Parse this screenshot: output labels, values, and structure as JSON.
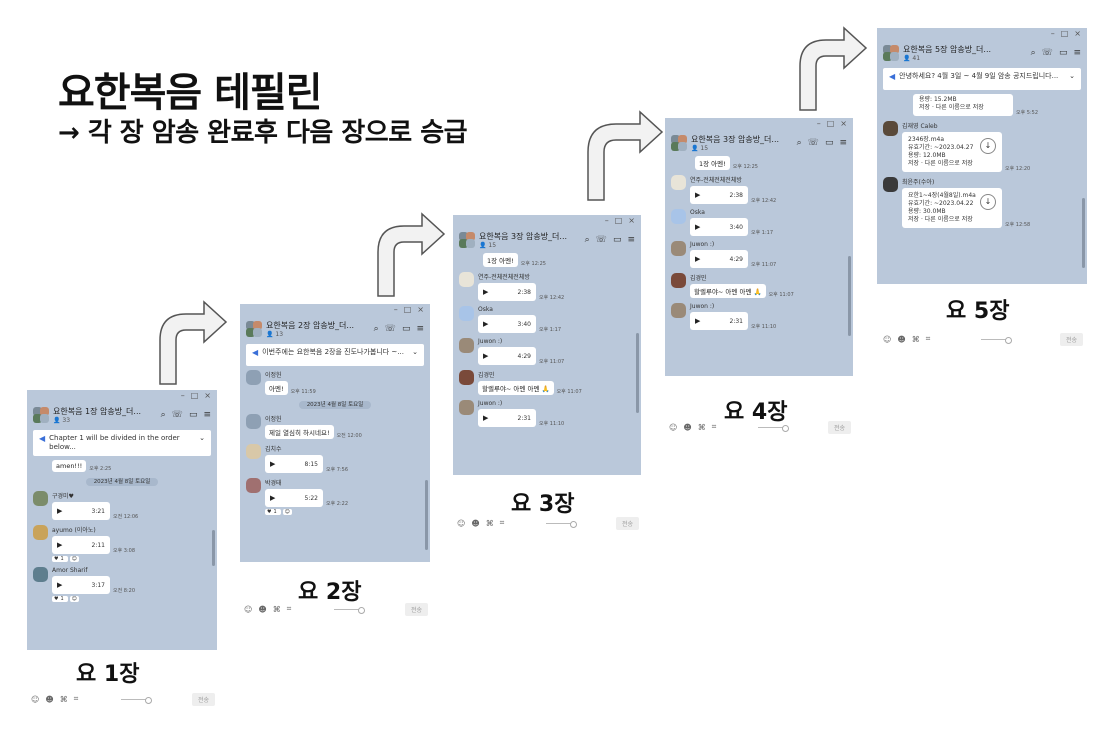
{
  "title": "요한복음 테필린",
  "subtitle": "→ 각 장 암송 완료후 다음 장으로 승급",
  "colors": {
    "chat_bg": "#bac8da",
    "arrow_fill": "#f2f2f2",
    "arrow_stroke": "#555555",
    "notice_icon": "#3a6fd8"
  },
  "window_controls": {
    "minimize": "–",
    "maximize": "□",
    "close": "×"
  },
  "icons": [
    "search-icon",
    "phone-icon",
    "video-icon",
    "menu-icon",
    "megaphone-icon",
    "play-icon",
    "download-icon",
    "emoji-icon",
    "sticker-icon",
    "attach-icon",
    "crop-icon"
  ],
  "send_label": "전송",
  "windows": [
    {
      "stage_label": "요 1장",
      "room_name": "요한복음 1장 암송방_더...",
      "member_count": "33",
      "notice": "Chapter 1 will be divided in the order below...",
      "messages": {
        "m0_text": "amen!!!",
        "m0_time": "오후 2:25",
        "date": "2023년 4월 8일 토요일",
        "m1_sender": "구경미♥",
        "m1_dur": "3:21",
        "m1_time": "오전 12:06",
        "m2_sender": "ayumo (이아노)",
        "m2_dur": "2:11",
        "m2_time": "오후 3:08",
        "m2_react": "1",
        "m3_sender": "Amor Sharif",
        "m3_dur": "3:17",
        "m3_time": "오전 8:20",
        "m3_react": "1"
      }
    },
    {
      "stage_label": "요 2장",
      "room_name": "요한복음 2장 암송방_더...",
      "member_count": "13",
      "notice": "이번주에는 요한복음 2장을 진도나가봅니다 ~...",
      "messages": {
        "m0_sender": "이정헌",
        "m0_text": "아멘!",
        "m0_time": "오후 11:59",
        "date": "2023년 4월 8일 토요일",
        "m1_sender": "이정헌",
        "m1_text": "제일 열심히 하시네요!",
        "m1_time": "오전 12:00",
        "m2_sender": "김치수",
        "m2_dur": "8:15",
        "m2_time": "오후 7:56",
        "m3_sender": "박경태",
        "m3_dur": "5:22",
        "m3_time": "오후 2:22",
        "m3_react": "1"
      }
    },
    {
      "stage_label": "요 3장",
      "room_name": "요한복음 3장 암송방_더...",
      "member_count": "15",
      "messages": {
        "m0_text": "1장 아멘!",
        "m0_time": "오후 12:25",
        "m1_sender": "연주-전체전체전체방",
        "m1_dur": "2:38",
        "m1_time": "오후 12:42",
        "m2_sender": "Oska",
        "m2_dur": "3:40",
        "m2_time": "오후 1:17",
        "m3_sender": "Juwon :)",
        "m3_dur": "4:29",
        "m3_time": "오후 11:07",
        "m4_sender": "김경민",
        "m4_text": "할렐루야~ 아멘 아멘 🙏",
        "m4_time": "오후 11:07",
        "m5_sender": "Juwon :)",
        "m5_dur": "2:31",
        "m5_time": "오후 11:10"
      }
    },
    {
      "stage_label": "요 4장",
      "room_name": "요한복음 3장 암송방_더...",
      "member_count": "15",
      "messages": {
        "m0_text": "1장 아멘!",
        "m0_time": "오후 12:25",
        "m1_sender": "연주-전체전체전체방",
        "m1_dur": "2:38",
        "m1_time": "오후 12:42",
        "m2_sender": "Oska",
        "m2_dur": "3:40",
        "m2_time": "오후 1:17",
        "m3_sender": "Juwon :)",
        "m3_dur": "4:29",
        "m3_time": "오후 11:07",
        "m4_sender": "김경민",
        "m4_text": "할렐루야~ 아멘 아멘 🙏",
        "m4_time": "오후 11:07",
        "m5_sender": "Juwon :)",
        "m5_dur": "2:31",
        "m5_time": "오후 11:10"
      }
    },
    {
      "stage_label": "요 5장",
      "room_name": "요한복음 5장 암송방_더...",
      "member_count": "41",
      "notice": "안녕하세요? 4월 3일 ~ 4월 9일 암송 공지드립니다...",
      "messages": {
        "m0_line1": "용량: 15.2MB",
        "m0_line2": "저장 · 다른 이름으로 저장",
        "m0_time": "오후 5:52",
        "m1_sender": "김재영 Caleb",
        "m1_file": "2346장.m4a",
        "m1_line1": "유효기간: ~2023.04.27",
        "m1_line2": "용량: 12.0MB",
        "m1_line3": "저장 · 다른 이름으로 저장",
        "m1_time": "오후 12:20",
        "m2_sender": "최윤주(수아)",
        "m2_file": "요한1~4장(4월8일).m4a",
        "m2_line1": "유효기간: ~2023.04.22",
        "m2_line2": "용량: 30.0MB",
        "m2_line3": "저장 · 다른 이름으로 저장",
        "m2_time": "오후 12:58"
      }
    }
  ]
}
